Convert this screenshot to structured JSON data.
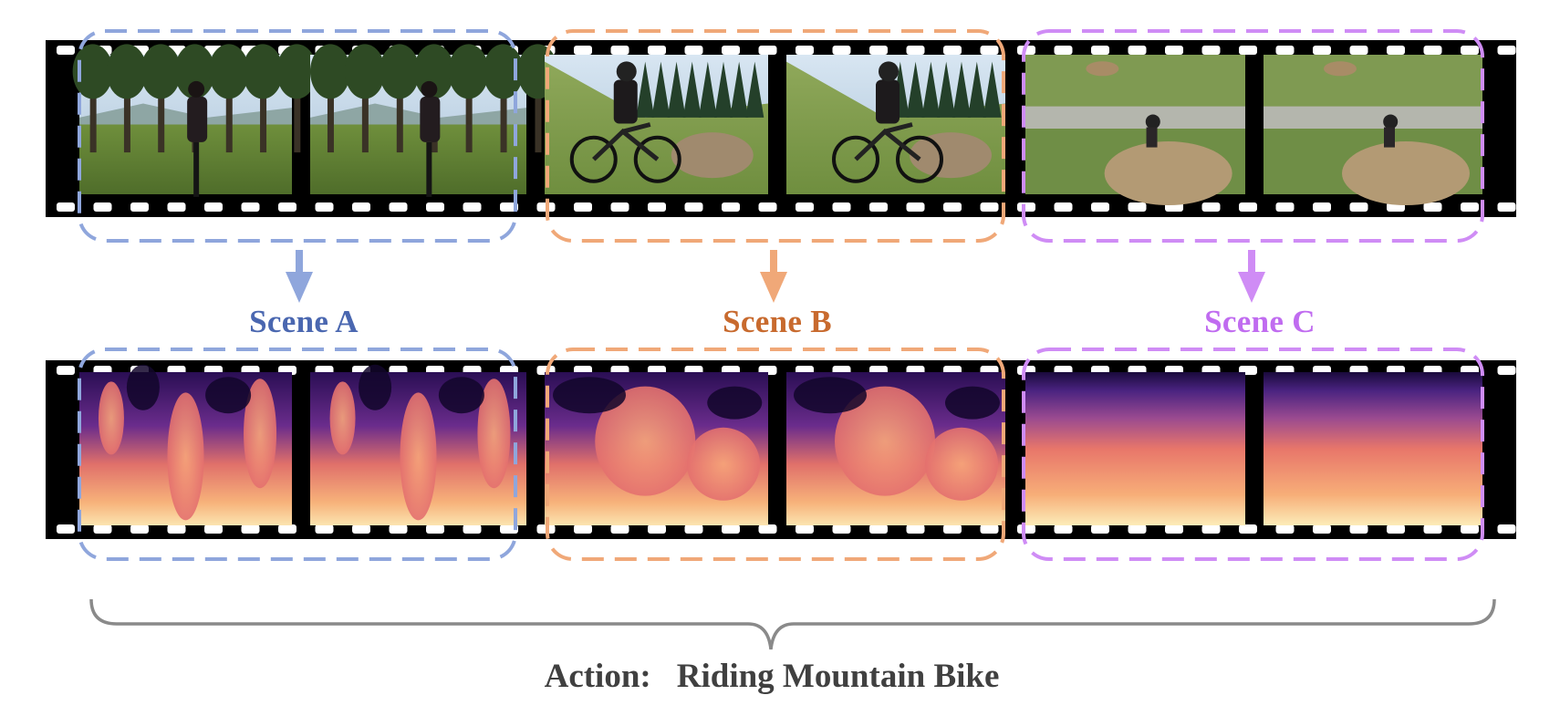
{
  "scenes": [
    {
      "id": "a",
      "label": "Scene A",
      "color": "#4a67b0",
      "frame_color": "#8fa6dc"
    },
    {
      "id": "b",
      "label": "Scene B",
      "color": "#c86a2e",
      "frame_color": "#f0a878"
    },
    {
      "id": "c",
      "label": "Scene C",
      "color": "#c06cf0",
      "frame_color": "#cf8cf5"
    }
  ],
  "strips": [
    {
      "id": "rgb",
      "content": "rgb video frames"
    },
    {
      "id": "depth",
      "content": "depth maps"
    }
  ],
  "action": {
    "prefix": "Action:",
    "name": "Riding Mountain Bike"
  },
  "colors": {
    "film": "#000000",
    "brace": "#8a8a8a",
    "action_text": "#404040"
  }
}
